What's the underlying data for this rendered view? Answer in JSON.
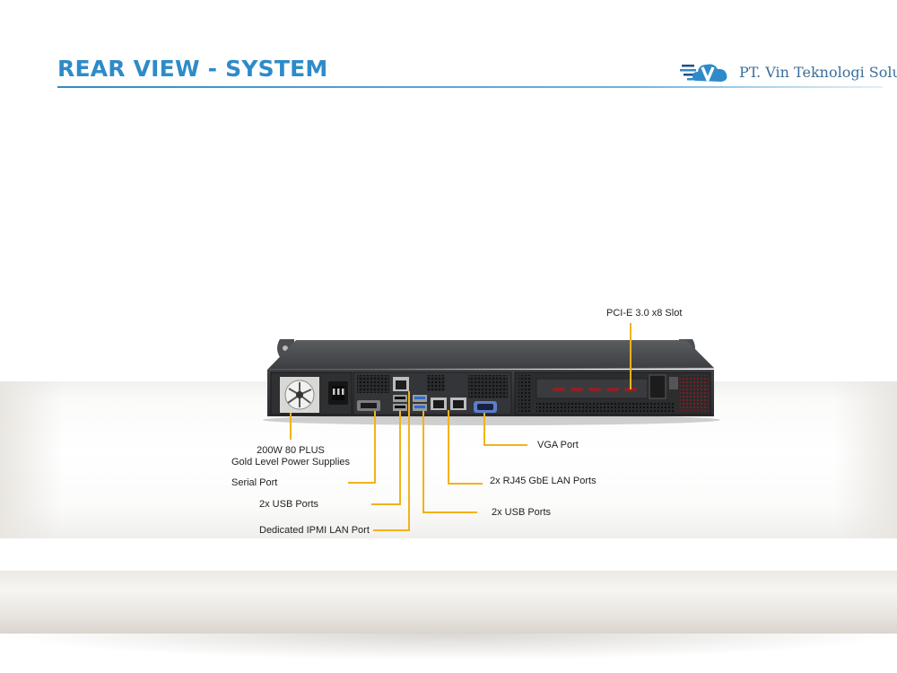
{
  "header": {
    "title": "REAR VIEW - SYSTEM",
    "company": "PT. Vin Teknologi Solusi",
    "logo_icon": "cloud-v-logo-icon",
    "title_color": "#2e8bc9",
    "company_color": "#3b6e9b"
  },
  "callouts": {
    "pcie": "PCI-E 3.0 x8 Slot",
    "psu_line1": "200W 80 PLUS",
    "psu_line2": "Gold Level Power Supplies",
    "serial": "Serial Port",
    "usb_left": "2x USB Ports",
    "ipmi": "Dedicated IPMI  LAN Port",
    "vga": "VGA Port",
    "rj45": "2x RJ45 GbE LAN Ports",
    "usb_right": "2x USB Ports",
    "leader_color": "#f3b21b"
  }
}
